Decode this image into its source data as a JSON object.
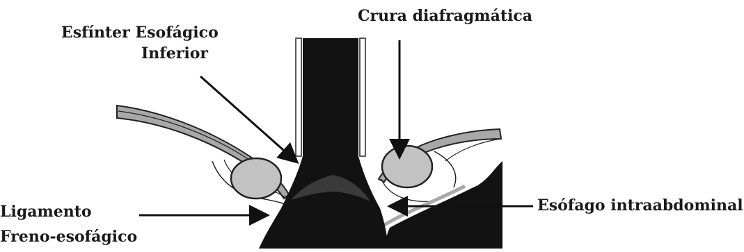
{
  "labels": {
    "crura": "Crura diafragmática",
    "esfinter_line1": "Esfínter Esofágico",
    "esfinter_line2": "Inferior",
    "ligamento_line1": "Ligamento",
    "ligamento_line2": "Freno-esofágico",
    "esofago_intraabdominal": "Esófago intraabdominal"
  },
  "colors": {
    "diaphragm_fill": "#a8a8a8",
    "crus_fill": "#c2c2c2",
    "esophagus": "#121212",
    "outline": "#222222",
    "background": "#ffffff"
  }
}
